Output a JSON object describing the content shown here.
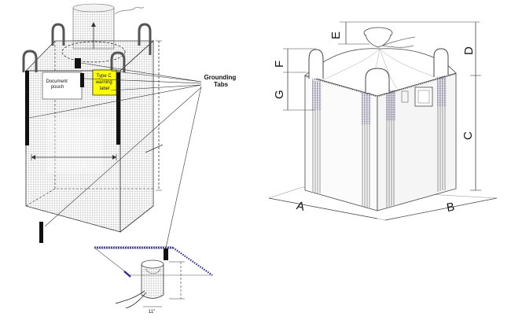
{
  "left_diagram": {
    "doc_pouch": "Document\npouch",
    "warning_label": "Type C\nwarning\nlabel",
    "grounding_tabs": "Grounding\nTabs",
    "spout_width": "11\""
  },
  "right_diagram": {
    "dims": {
      "A": "A",
      "B": "B",
      "C": "C",
      "D": "D",
      "E": "E",
      "F": "F",
      "G": "G"
    }
  },
  "colors": {
    "warning_label": "#ffff00",
    "tab": "#111111",
    "ground_dots": "#2a2a8a"
  }
}
